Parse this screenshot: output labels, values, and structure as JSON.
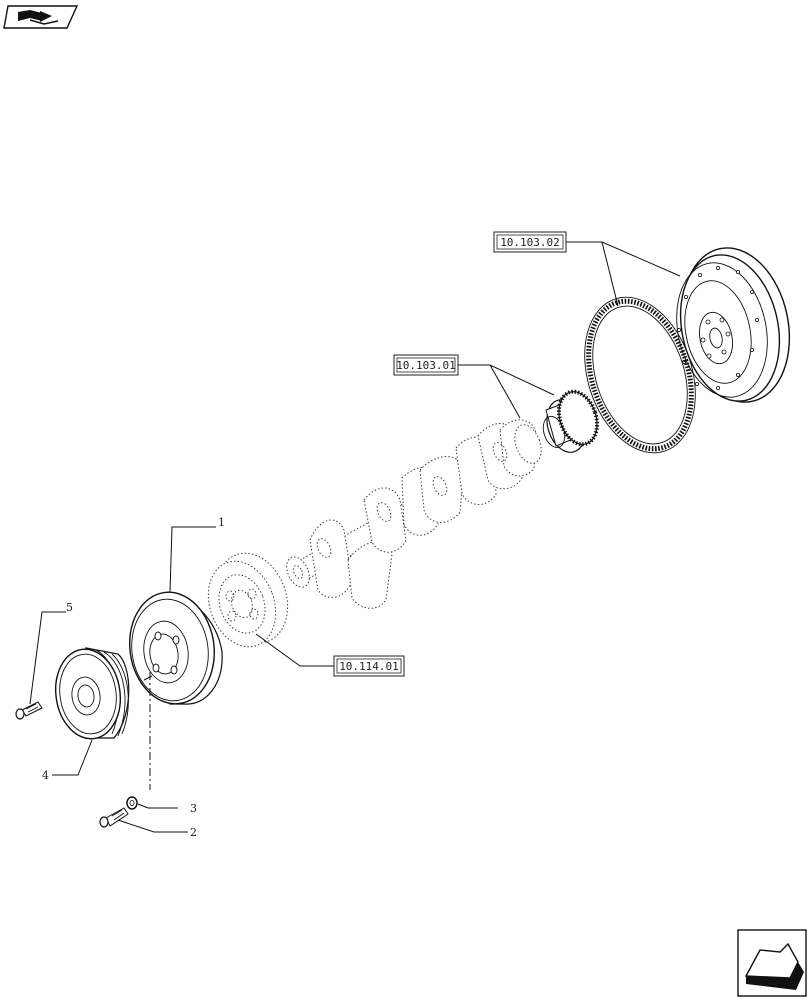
{
  "refs": {
    "flywheel": "10.103.02",
    "crankshaft": "10.103.01",
    "damper": "10.114.01"
  },
  "callouts": {
    "pulley": "1",
    "bolt_long": "2",
    "washer": "3",
    "pulley_grooved": "4",
    "bolt_short": "5"
  },
  "icons": {
    "top_left": "book-arrow-icon",
    "bottom_right": "next-page-arrow-icon"
  }
}
